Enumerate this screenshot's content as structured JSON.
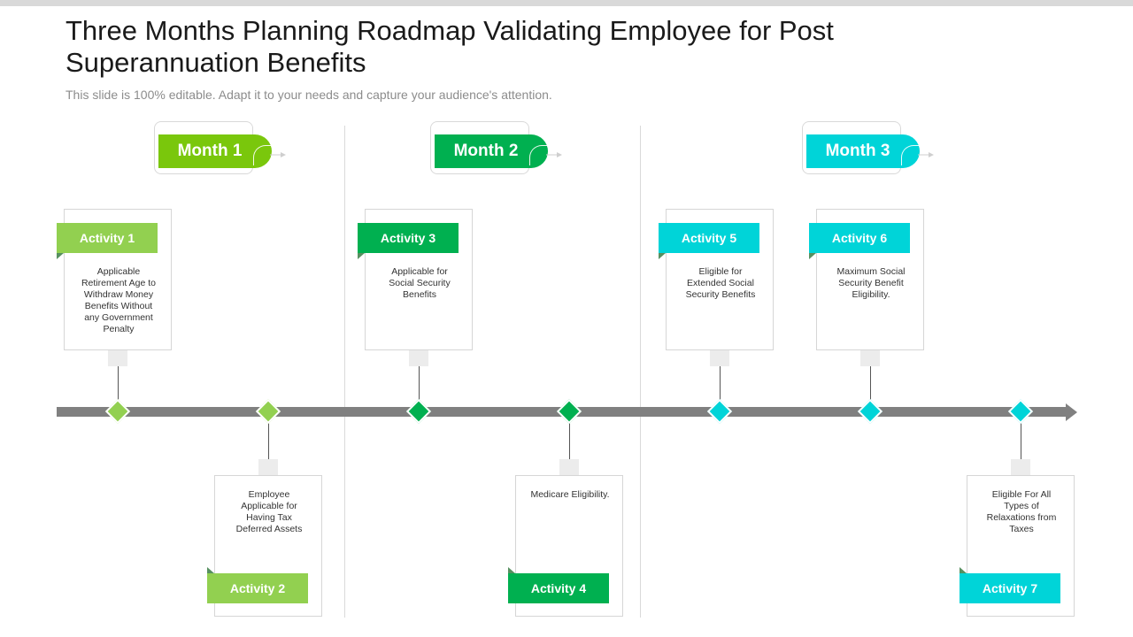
{
  "slide": {
    "title": "Three Months Planning Roadmap Validating Employee for Post Superannuation Benefits",
    "subtitle": "This slide is 100% editable. Adapt it to your needs and capture your audience's attention."
  },
  "colors": {
    "light_green": "#92d050",
    "green": "#00b050",
    "cyan": "#00d4d8",
    "axis": "#808080"
  },
  "months": [
    {
      "label": "Month 1",
      "color": "#7ac70c"
    },
    {
      "label": "Month 2",
      "color": "#00b050"
    },
    {
      "label": "Month 3",
      "color": "#00d4d8"
    }
  ],
  "activities": [
    {
      "label": "Activity 1",
      "text": "Applicable Retirement Age to Withdraw Money Benefits Without any Government Penalty",
      "position": "above",
      "color": "#92d050"
    },
    {
      "label": "Activity 2",
      "text": "Employee Applicable for Having Tax Deferred Assets",
      "position": "below",
      "color": "#92d050"
    },
    {
      "label": "Activity 3",
      "text": "Applicable for Social Security Benefits",
      "position": "above",
      "color": "#00b050"
    },
    {
      "label": "Activity 4",
      "text": "Medicare Eligibility.",
      "position": "below",
      "color": "#00b050"
    },
    {
      "label": "Activity 5",
      "text": "Eligible for Extended Social Security Benefits",
      "position": "above",
      "color": "#00d4d8"
    },
    {
      "label": "Activity 6",
      "text": "Maximum Social Security Benefit Eligibility.",
      "position": "above",
      "color": "#00d4d8"
    },
    {
      "label": "Activity 7",
      "text": "Eligible For All Types of Relaxations from Taxes",
      "position": "below",
      "color": "#00d4d8"
    }
  ]
}
